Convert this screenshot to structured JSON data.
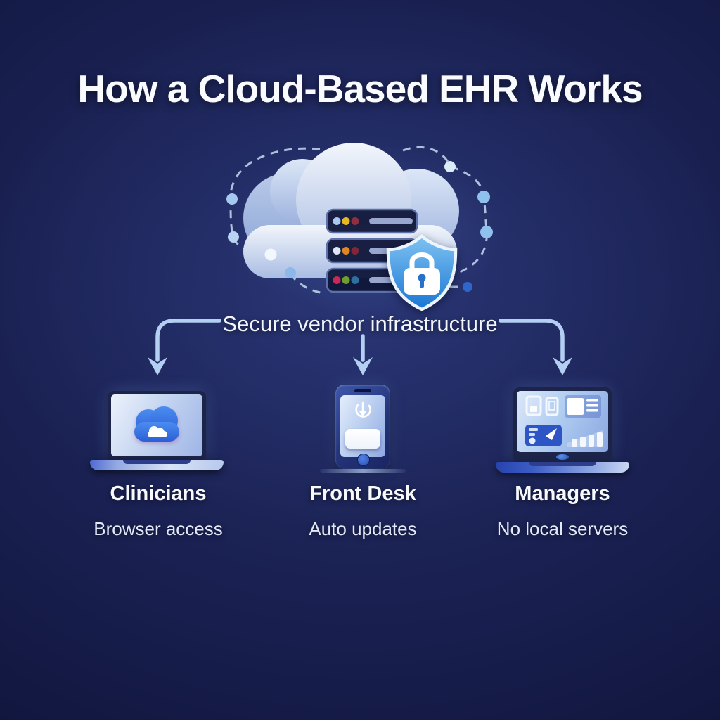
{
  "title": "How a Cloud-Based EHR Works",
  "hub": {
    "label": "Secure vendor infrastructure",
    "icons": [
      "cloud-icon",
      "server-stack-icon",
      "shield-lock-icon",
      "circuit-nodes-icon"
    ],
    "server_led_colors": [
      [
        "#a9c7ef",
        "#e8b81f",
        "#8f2f3f"
      ],
      [
        "#dfe5f2",
        "#e0871f",
        "#7f2737"
      ],
      [
        "#c62a55",
        "#6f9e2f",
        "#2f6f9f"
      ]
    ]
  },
  "roles": [
    {
      "name": "Clinicians",
      "benefit": "Browser access",
      "device_icon": "laptop-cloud-icon"
    },
    {
      "name": "Front Desk",
      "benefit": "Auto updates",
      "device_icon": "phone-update-icon"
    },
    {
      "name": "Managers",
      "benefit": "No local servers",
      "device_icon": "laptop-dashboard-icon"
    }
  ],
  "colors": {
    "background_navy": "#1a2152",
    "arrow_blue": "#b3d0f3",
    "shield_blue": "#1f7cd6",
    "cloud_light": "#eef4fc",
    "device_blue": "#3b82e8",
    "text_white": "#f7f9fd"
  }
}
